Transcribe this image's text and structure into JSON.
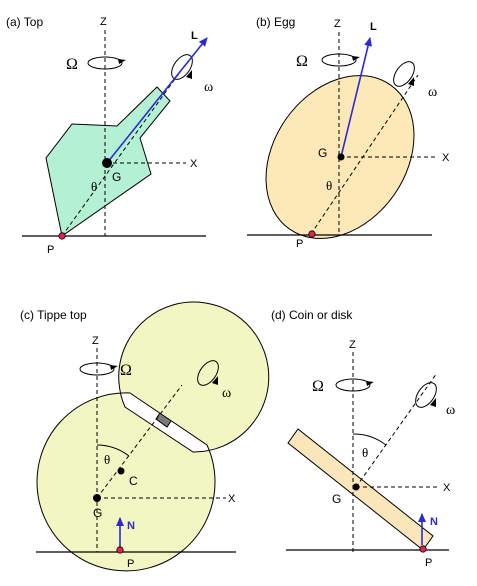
{
  "colors": {
    "top_fill": "#b4f0d4",
    "egg_fill": "#fde9b8",
    "tippe_fill": "#f2f6c2",
    "disk_fill": "#fbe6bb",
    "contact_point": "#e8224b",
    "vector": "#2b2bd6",
    "stem": "#7a7a7a"
  },
  "panels": {
    "top": {
      "caption": "(a)  Top",
      "z": "Z",
      "x": "X",
      "omega_cap": "Ω",
      "omega": "ω",
      "L": "L",
      "G": "G",
      "theta": "θ",
      "P": "P"
    },
    "egg": {
      "caption": "(b)  Egg",
      "z": "Z",
      "x": "X",
      "omega_cap": "Ω",
      "omega": "ω",
      "L": "L",
      "G": "G",
      "theta": "θ",
      "P": "P"
    },
    "tippe": {
      "caption": "(c)  Tippe top",
      "z": "Z",
      "x": "X",
      "omega_cap": "Ω",
      "omega": "ω",
      "C": "C",
      "G": "G",
      "theta": "θ",
      "N": "N",
      "P": "P"
    },
    "disk": {
      "caption": "(d)  Coin or disk",
      "z": "Z",
      "x": "X",
      "omega_cap": "Ω",
      "omega": "ω",
      "G": "G",
      "theta": "θ",
      "N": "N",
      "P": "P"
    }
  }
}
